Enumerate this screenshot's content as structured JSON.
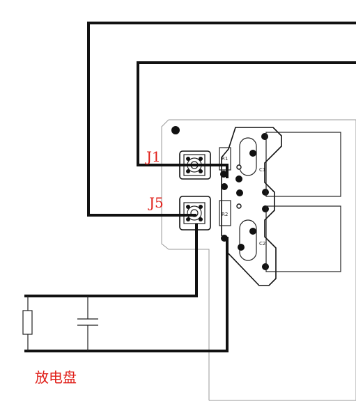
{
  "labels": {
    "j1": "J1",
    "j5": "J5",
    "discharge_plate": "放电盘"
  },
  "colors": {
    "label_color": "#e0201a",
    "wire_color": "#111111",
    "outline_color": "#999999"
  }
}
